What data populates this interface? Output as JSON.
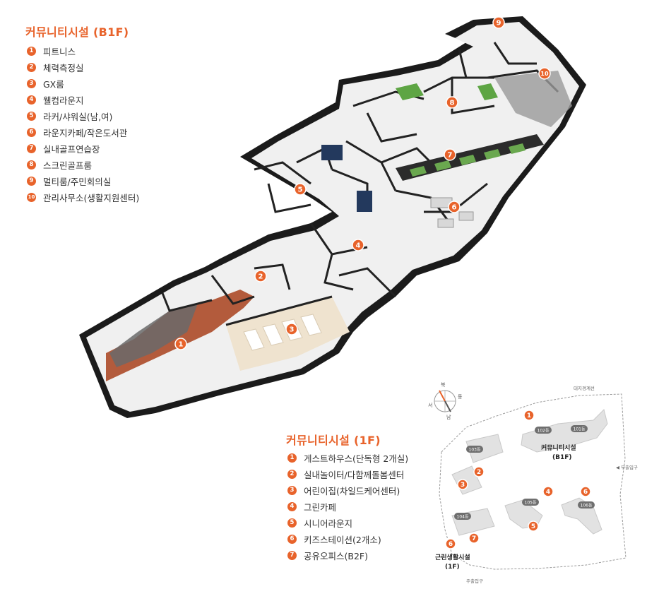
{
  "b1f": {
    "title": "커뮤니티시설 (B1F)",
    "items": [
      {
        "num": "1",
        "label": "피트니스"
      },
      {
        "num": "2",
        "label": "체력측정실"
      },
      {
        "num": "3",
        "label": "GX룸"
      },
      {
        "num": "4",
        "label": "웰컴라운지"
      },
      {
        "num": "5",
        "label": "라커/샤워실(남,여)"
      },
      {
        "num": "6",
        "label": "라운지카페/작은도서관"
      },
      {
        "num": "7",
        "label": "실내골프연습장"
      },
      {
        "num": "8",
        "label": "스크린골프룸"
      },
      {
        "num": "9",
        "label": "멀티룸/주민회의실"
      },
      {
        "num": "10",
        "label": "관리사무소(생활지원센터)"
      }
    ]
  },
  "f1": {
    "title": "커뮤니티시설 (1F)",
    "items": [
      {
        "num": "1",
        "label": "게스트하우스(단독형 2개실)"
      },
      {
        "num": "2",
        "label": "실내놀이터/다함께돌봄센터"
      },
      {
        "num": "3",
        "label": "어린이집(차일드케어센터)"
      },
      {
        "num": "4",
        "label": "그린카페"
      },
      {
        "num": "5",
        "label": "시니어라운지"
      },
      {
        "num": "6",
        "label": "키즈스테이션(2개소)"
      },
      {
        "num": "7",
        "label": "공유오피스(B2F)"
      }
    ]
  },
  "floorplan": {
    "pins": [
      "1",
      "2",
      "3",
      "4",
      "5",
      "6",
      "7",
      "8",
      "9",
      "10"
    ]
  },
  "sitemap": {
    "compass": {
      "n": "북",
      "e": "동",
      "s": "남",
      "w": "서"
    },
    "boundary_label": "대지경계선",
    "side_entrance": "◀ 부출입구",
    "main_entrance": "주출입구",
    "buildings": [
      "101동",
      "102동",
      "103동",
      "104동",
      "105동",
      "106동"
    ],
    "community_label_1": "커뮤니티시설",
    "community_label_2": "(B1F)",
    "retail_label_1": "근린생활시설",
    "retail_label_2": "(1F)",
    "pins": [
      "1",
      "2",
      "3",
      "4",
      "5",
      "6",
      "7",
      "6"
    ]
  },
  "colors": {
    "accent": "#e8632b",
    "wall": "#1a1a1a",
    "floor": "#f1f1f1",
    "wood": "#b55a3a",
    "green": "#5ea544"
  }
}
